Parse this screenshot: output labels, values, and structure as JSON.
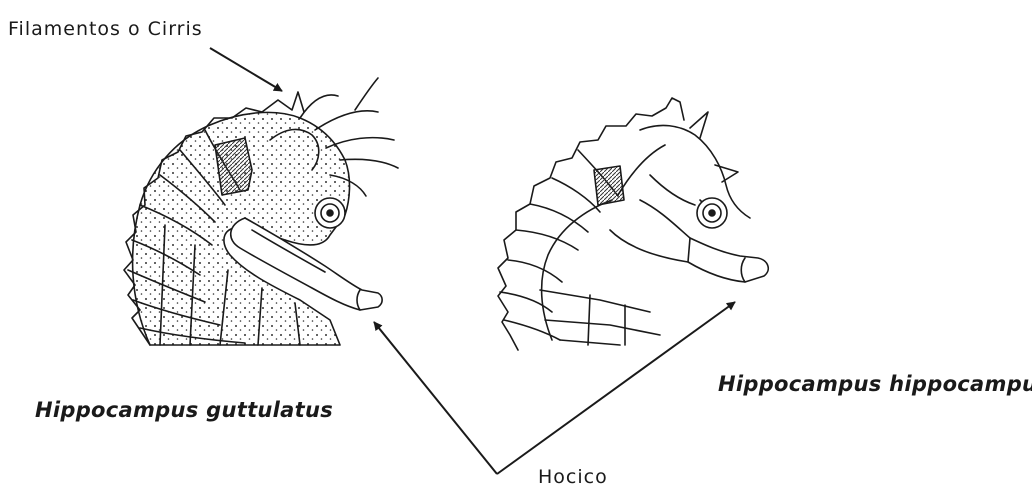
{
  "labels": {
    "filaments": "Filamentos o Cirris",
    "species_left": "Hippocampus guttulatus",
    "species_right": "Hippocampus hippocampus",
    "snout": "Hocico"
  },
  "colors": {
    "ink": "#1a1a1a",
    "background": "#ffffff"
  }
}
